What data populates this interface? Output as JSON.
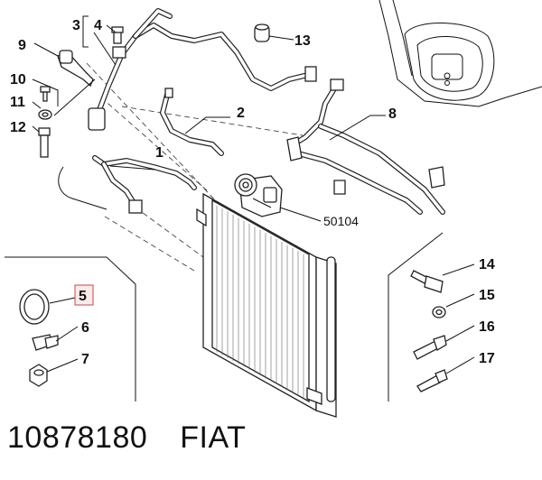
{
  "callouts": {
    "c1": "1",
    "c2": "2",
    "c3": "3",
    "c4": "4",
    "c5": "5",
    "c6": "6",
    "c7": "7",
    "c8": "8",
    "c9": "9",
    "c10": "10",
    "c11": "11",
    "c12": "12",
    "c13": "13",
    "c14": "14",
    "c15": "15",
    "c16": "16",
    "c17": "17",
    "compressor": "50104"
  },
  "highlighted_callout": "5",
  "footer": {
    "part_number": "10878180",
    "brand": "FIAT"
  }
}
